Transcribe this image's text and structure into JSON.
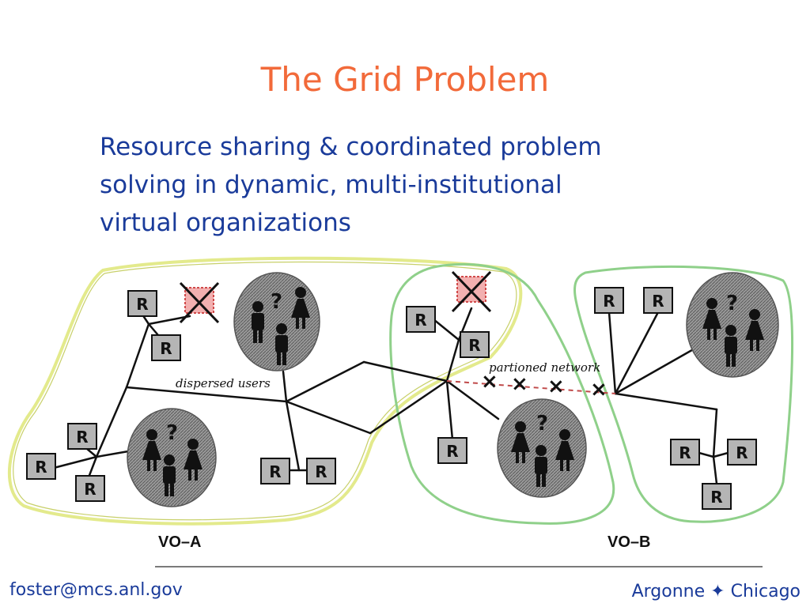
{
  "slide": {
    "title": "The Grid Problem",
    "subtitle_lines": [
      "Resource sharing & coordinated problem",
      "solving in dynamic, multi-institutional",
      "virtual organizations"
    ]
  },
  "diagram": {
    "resource_label": "R",
    "question_label": "?",
    "dispersed_label": "dispersed users",
    "partitioned_label": "partioned network",
    "vo_a_label": "VO–A",
    "vo_b_label": "VO–B"
  },
  "footer": {
    "email": "foster@mcs.anl.gov",
    "org_left": "Argonne",
    "separator": "✦",
    "org_right": "Chicago"
  },
  "colors": {
    "title": "#f26a3a",
    "text": "#1a3b9a",
    "vo_a_outline": "#e3ea8c",
    "vo_b_outline": "#8fd08a",
    "failed_node": "#d04a4a"
  }
}
